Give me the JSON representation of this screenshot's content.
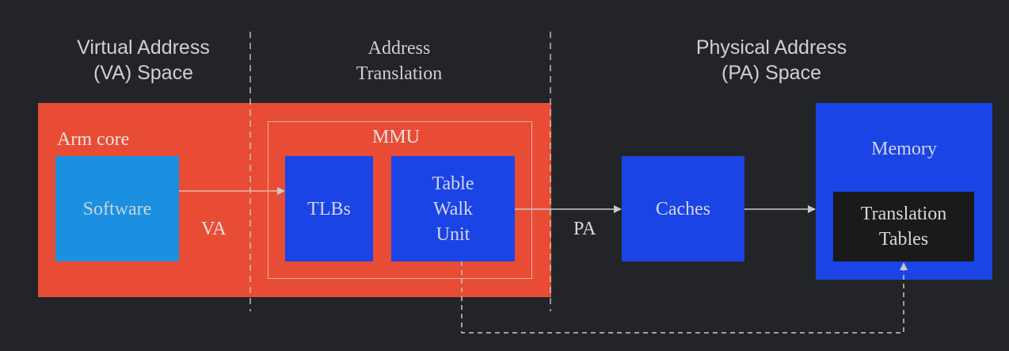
{
  "headings": {
    "va_space": "Virtual Address\n(VA) Space",
    "translation": "Address\nTranslation",
    "pa_space": "Physical Address\n(PA) Space"
  },
  "labels": {
    "arm_core": "Arm core",
    "mmu": "MMU",
    "va": "VA",
    "pa": "PA"
  },
  "boxes": {
    "software": "Software",
    "tlbs": "TLBs",
    "table_walk": "Table\nWalk\nUnit",
    "caches": "Caches",
    "memory": "Memory",
    "translation_tables": "Translation\nTables"
  },
  "colors": {
    "background": "#232428",
    "arm_core": "#e84c35",
    "software": "#1b8fe0",
    "blue": "#1a44e6",
    "tables": "#1a1a1a",
    "line": "#c8c8c8"
  }
}
